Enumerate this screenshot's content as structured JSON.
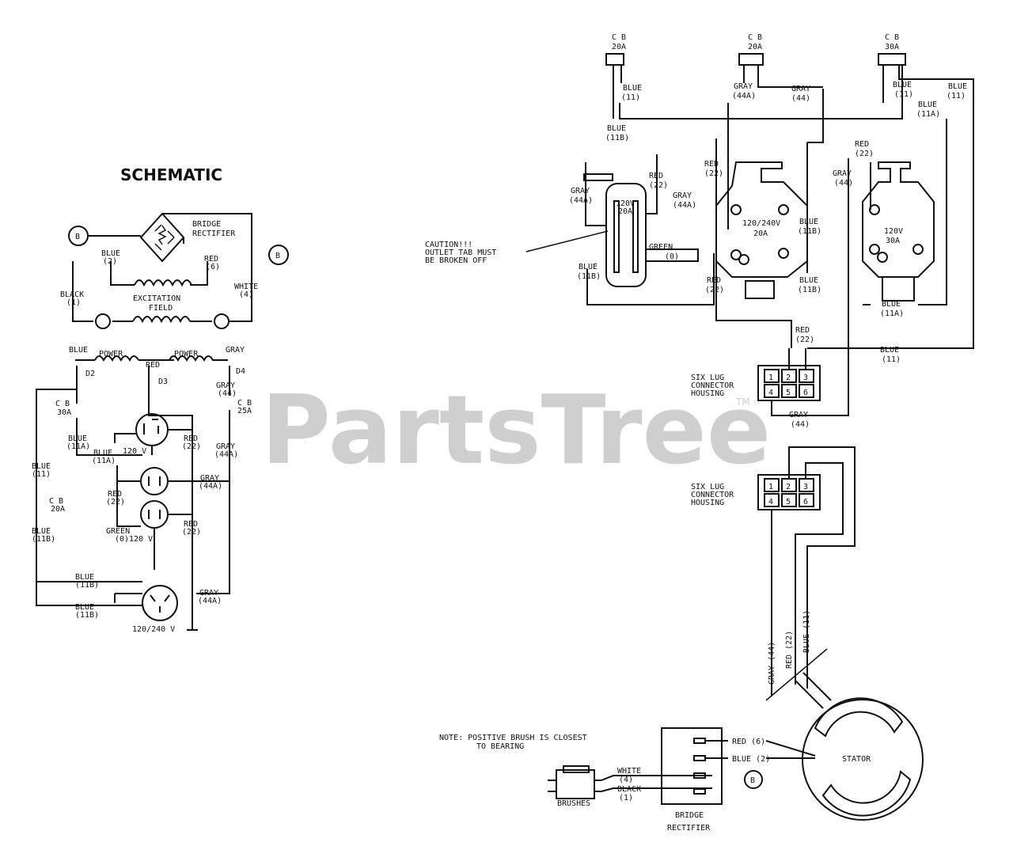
{
  "watermark": {
    "text": "PartsTree",
    "tm": "TM"
  },
  "schematic": {
    "title": "SCHEMATIC",
    "b_marker": "B",
    "bridge_rectifier": [
      "BRIDGE",
      "RECTIFIER"
    ],
    "blue_2": [
      "BLUE",
      "(2)"
    ],
    "red_6": [
      "RED",
      "(6)"
    ],
    "black_1": [
      "BLACK",
      "(1)"
    ],
    "white_4": [
      "WHITE",
      "(4)"
    ],
    "excitation_field": [
      "EXCITATION",
      "FIELD"
    ],
    "power": "POWER",
    "blue": "BLUE",
    "gray": "GRAY",
    "red": "RED",
    "d2": "D2",
    "d3": "D3",
    "d4": "D4",
    "cb_30a": [
      "C B",
      "30A"
    ],
    "cb_20a": [
      "C B",
      "20A"
    ],
    "cb_25a": [
      "C B",
      "25A"
    ],
    "blue_11a": [
      "BLUE",
      "(11A)"
    ],
    "blue_11": [
      "BLUE",
      "(11)"
    ],
    "blue_11b": [
      "BLUE",
      "(11B)"
    ],
    "red_22": [
      "RED",
      "(22)"
    ],
    "gray_44": [
      "GRAY",
      "(44)"
    ],
    "gray_44a": [
      "GRAY",
      "(44A)"
    ],
    "green_0": [
      "GREEN",
      "(0)"
    ],
    "v120": "120 V",
    "v120_240": "120/240 V"
  },
  "wiring": {
    "cb_20a": [
      "C B",
      "20A"
    ],
    "cb_30a": [
      "C B",
      "30A"
    ],
    "blue_11": [
      "BLUE",
      "(11)"
    ],
    "blue_11b": [
      "BLUE",
      "(11B)"
    ],
    "blue_11a": [
      "BLUE",
      "(11A)"
    ],
    "gray_44a": [
      "GRAY",
      "(44A)"
    ],
    "gray_44": [
      "GRAY",
      "(44)"
    ],
    "red_22": [
      "RED",
      "(22)"
    ],
    "green_0": [
      "GREEN",
      "(0)"
    ],
    "outlet_120v_20a": [
      "120V",
      "20A"
    ],
    "outlet_120_240v_20a": [
      "120/240V",
      "20A"
    ],
    "outlet_120v_30a": [
      "120V",
      "30A"
    ],
    "caution": [
      "CAUTION!!!",
      "OUTLET TAB MUST",
      "BE BROKEN OFF"
    ],
    "six_lug": [
      "SIX LUG",
      "CONNECTOR",
      "HOUSING"
    ],
    "lugs": [
      "1",
      "2",
      "3",
      "4",
      "5",
      "6"
    ],
    "stator": "STATOR",
    "gray_44_v": "GRAY (44)",
    "red_22_v": "RED (22)",
    "blue_11_v": "BLUE (11)",
    "note": [
      "NOTE: POSITIVE BRUSH IS CLOSEST",
      "TO BEARING"
    ],
    "red_6": "RED (6)",
    "blue_2": "BLUE (2)",
    "white_4": [
      "WHITE",
      "(4)"
    ],
    "black_1": [
      "BLACK",
      "(1)"
    ],
    "brushes": "BRUSHES",
    "bridge_rectifier": [
      "BRIDGE",
      "RECTIFIER"
    ],
    "b_marker": "B"
  }
}
